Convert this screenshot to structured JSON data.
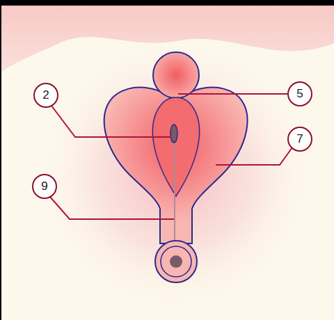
{
  "diagram": {
    "labels": [
      "2",
      "5",
      "7",
      "9"
    ]
  }
}
